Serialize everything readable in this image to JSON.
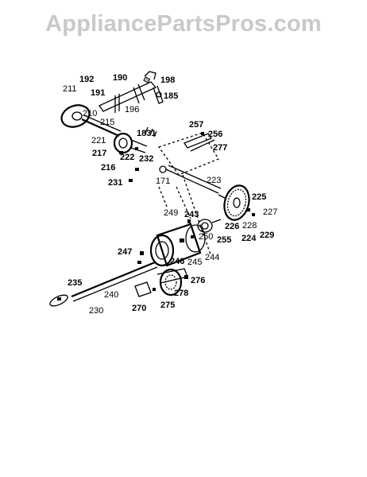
{
  "watermark": "AppliancePartsPros.com",
  "part_labels": {
    "p192": "192",
    "p190": "190",
    "p198": "198",
    "p211": "211",
    "p191": "191",
    "p185": "185",
    "p196": "196",
    "p210": "210",
    "p215": "215",
    "p221": "221",
    "p1831": "1831",
    "p257": "257",
    "p256": "256",
    "p217": "217",
    "p222": "222",
    "p232": "232",
    "p277": "277",
    "p216": "216",
    "p231": "231",
    "p171": "171",
    "p223": "223",
    "p225": "225",
    "p249": "249",
    "p243": "243",
    "p227": "227",
    "p226": "226",
    "p228": "228",
    "p250": "250",
    "p255": "255",
    "p224": "224",
    "p229": "229",
    "p247": "247",
    "p245": "245",
    "p244": "244",
    "p246": "246",
    "p276": "276",
    "p235": "235",
    "p240": "240",
    "p278": "278",
    "p230": "230",
    "p270": "270",
    "p275": "275"
  }
}
